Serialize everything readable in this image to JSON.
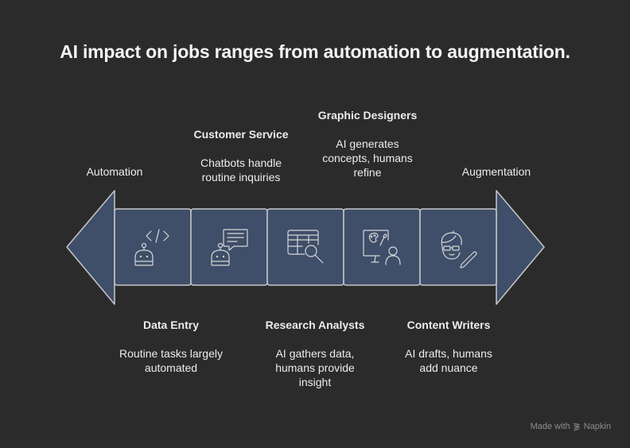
{
  "title": "AI impact on jobs ranges from automation to augmentation.",
  "scale": {
    "left_end": "Automation",
    "right_end": "Augmentation"
  },
  "colors": {
    "background": "#2b2b2b",
    "box_fill": "#3f4e69",
    "stroke": "#c8c8c8",
    "text": "#ececec"
  },
  "items": [
    {
      "title": "Data Entry",
      "description": "Routine tasks largely automated",
      "icon": "robot-code-icon",
      "position": "below"
    },
    {
      "title": "Customer Service",
      "description": "Chatbots handle routine inquiries",
      "icon": "robot-chat-icon",
      "position": "above"
    },
    {
      "title": "Research Analysts",
      "description": "AI gathers data, humans provide insight",
      "icon": "table-search-icon",
      "position": "below"
    },
    {
      "title": "Graphic Designers",
      "description": "AI generates concepts, humans refine",
      "icon": "monitor-palette-person-icon",
      "position": "above"
    },
    {
      "title": "Content Writers",
      "description": "AI drafts, humans add nuance",
      "icon": "writer-glasses-pencil-icon",
      "position": "below"
    }
  ],
  "footer": {
    "made_with": "Made with",
    "brand": "Napkin"
  }
}
